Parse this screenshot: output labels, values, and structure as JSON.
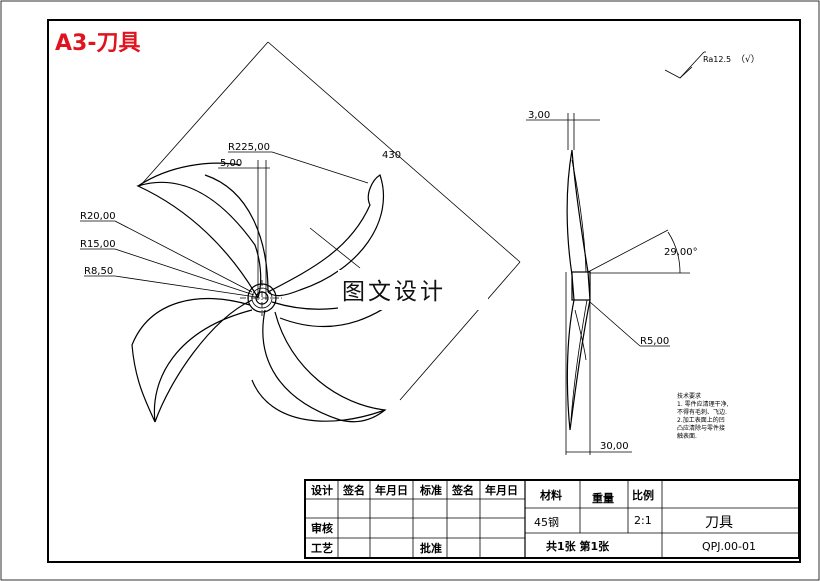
{
  "sheet": {
    "title": "A3-刀具",
    "roughness": "Ra12.5",
    "roughness_extra": "（√）"
  },
  "dimensions": {
    "d430": "430",
    "r225": "R225,00",
    "d5": "5,00",
    "r20": "R20,00",
    "r15": "R15,00",
    "r8": "R8,50",
    "d3": "3,00",
    "angle": "29,00°",
    "r5": "R5,00",
    "d30": "30,00"
  },
  "watermark": "图文设计",
  "tech_notes": {
    "title": "技术要求",
    "lines": [
      "1. 零件应清理干净,",
      "不得有毛刺、飞边.",
      "2.加工表面上的凹",
      "凸应清除与零件接",
      "触表面."
    ]
  },
  "title_block": {
    "headers": [
      "设计",
      "签名",
      "年月日",
      "标准",
      "签名",
      "年月日"
    ],
    "row_review": "审核",
    "row_process": "工艺",
    "approve": "批准",
    "material_label": "材料",
    "weight_label": "重量",
    "scale_label": "比例",
    "material_value": "45钢",
    "scale_value": "2:1",
    "part_name": "刀具",
    "sheets": "共1张 第1张",
    "drawing_no": "QPJ.00-01"
  }
}
